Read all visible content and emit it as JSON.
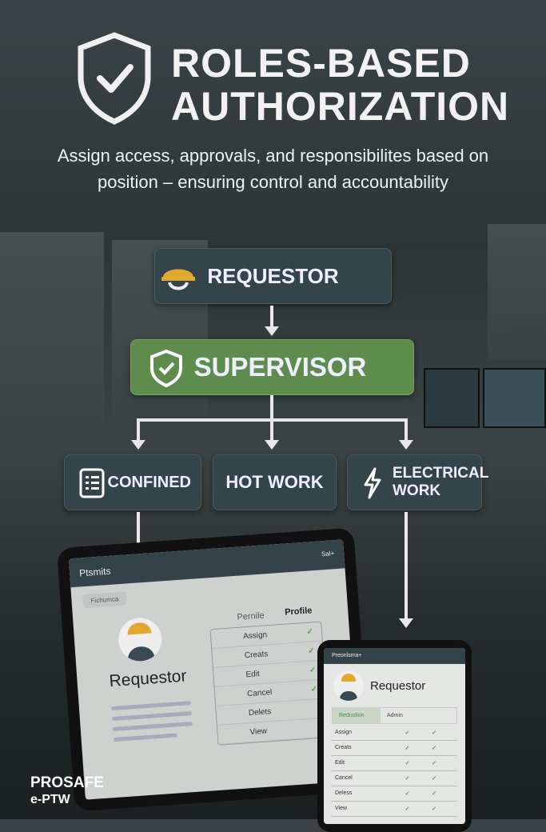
{
  "header": {
    "title_line1": "ROLES-BASED",
    "title_line2": "AUTHORIZATION",
    "subtitle": "Assign access, approvals, and responsibilites based on position – ensuring control and accountability"
  },
  "flow": {
    "requestor": "REQUESTOR",
    "supervisor": "SUPERVISOR",
    "branches": [
      {
        "label": "CONFINED",
        "icon": "checklist-icon"
      },
      {
        "label": "HOT WORK"
      },
      {
        "label": "ELECTRICAL WORK",
        "icon": "lightning-icon"
      }
    ]
  },
  "tablet": {
    "header": "Ptsmits",
    "header_right": "Sal+",
    "tab": "Fichumca",
    "role": "Requestor",
    "col1": "Pernile",
    "col2": "Profile",
    "rows": [
      "Assign",
      "Creats",
      "Edit",
      "Cancel",
      "Delets",
      "View"
    ],
    "checks": [
      true,
      true,
      true,
      true,
      false,
      false
    ]
  },
  "phone": {
    "header": "Preonlsma+",
    "role": "Requestor",
    "tab1": "Redustion",
    "tab2": "Admin",
    "rows": [
      "Assign",
      "Creats",
      "Edit",
      "Cancel",
      "Deless",
      "View"
    ],
    "check": "✓"
  },
  "brand": {
    "line1": "PROSAFE",
    "line2": "e-PTW"
  },
  "colors": {
    "green": "#5e8c4c",
    "slate": "#34444b",
    "helmet": "#e0a92e"
  }
}
